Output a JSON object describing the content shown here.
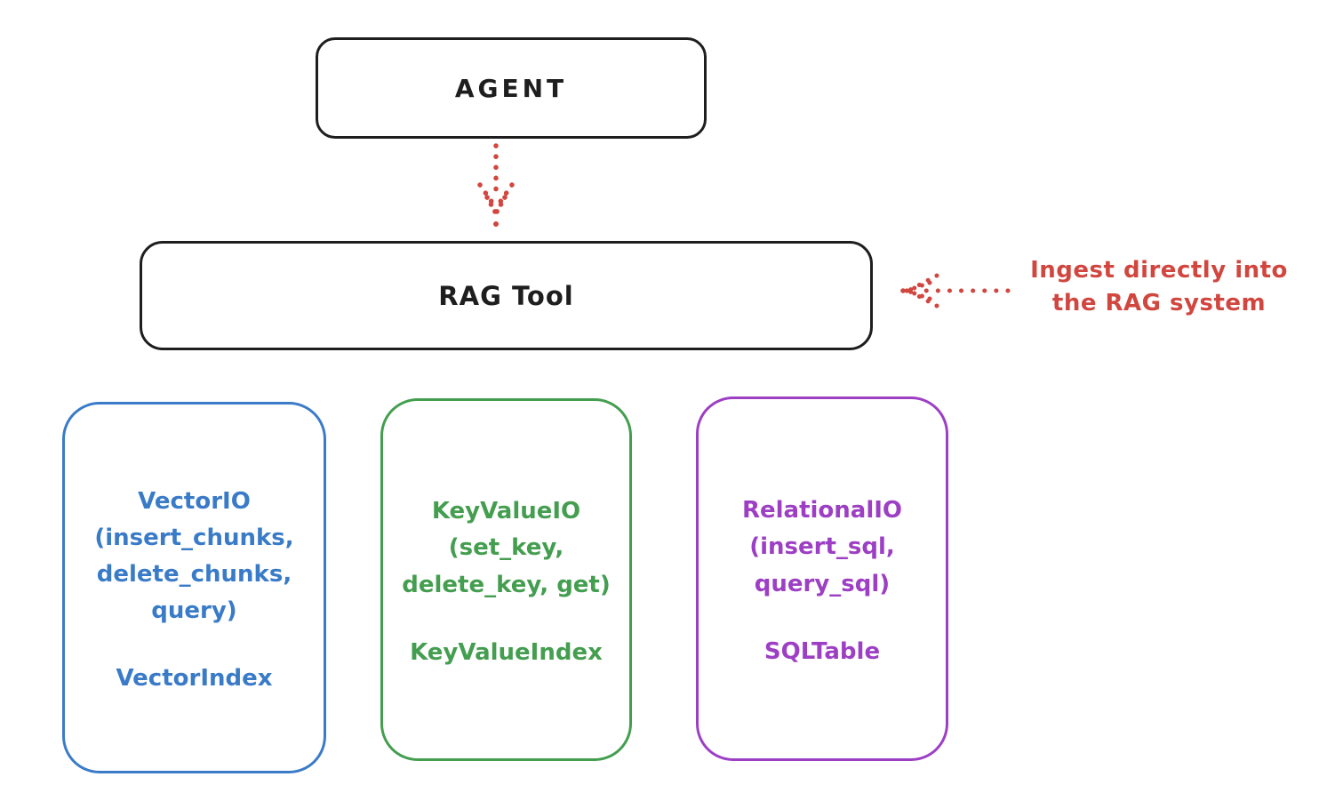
{
  "colors": {
    "stroke_black": "#1e1e1e",
    "accent_red": "#d1463f",
    "vector_blue": "#3a7bc8",
    "keyvalue_green": "#449e4f",
    "relational_purple": "#9d3fc4",
    "background": "#ffffff"
  },
  "agent": {
    "label": "AGENT"
  },
  "rag_tool": {
    "label": "RAG Tool"
  },
  "annotation": {
    "text": "Ingest directly into\nthe RAG system"
  },
  "arrows": [
    {
      "name": "agent-to-rag-tool",
      "style": "dotted",
      "direction": "down"
    },
    {
      "name": "ingest-into-rag",
      "style": "dotted",
      "direction": "left"
    }
  ],
  "storage_boxes": [
    {
      "title": "VectorIO",
      "body": "VectorIO\n(insert_chunks,\ndelete_chunks,\nquery)",
      "index_label": "VectorIndex",
      "color": "#3a7bc8"
    },
    {
      "title": "KeyValueIO",
      "body": "KeyValueIO\n(set_key,\ndelete_key, get)",
      "index_label": "KeyValueIndex",
      "color": "#449e4f"
    },
    {
      "title": "RelationalIO",
      "body": "RelationalIO\n(insert_sql,\nquery_sql)",
      "index_label": "SQLTable",
      "color": "#9d3fc4"
    }
  ]
}
